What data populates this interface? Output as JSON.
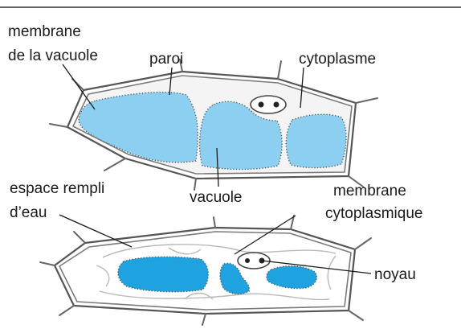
{
  "labels": {
    "membrane_vacuole_l1": "membrane",
    "membrane_vacuole_l2": "de la vacuole",
    "paroi": "paroi",
    "cytoplasme": "cytoplasme",
    "espace_l1": "espace rempli",
    "espace_l2": "d’eau",
    "vacuole": "vacuole",
    "membrane_cyto_l1": "membrane",
    "membrane_cyto_l2": "cytoplasmique",
    "noyau": "noyau"
  },
  "colors": {
    "vacuole_fill": "#8dcff0",
    "vacuole_fill_shrunk": "#1ea3e0",
    "wall": "#555555",
    "cytoplasm": "#f4f4f4"
  }
}
